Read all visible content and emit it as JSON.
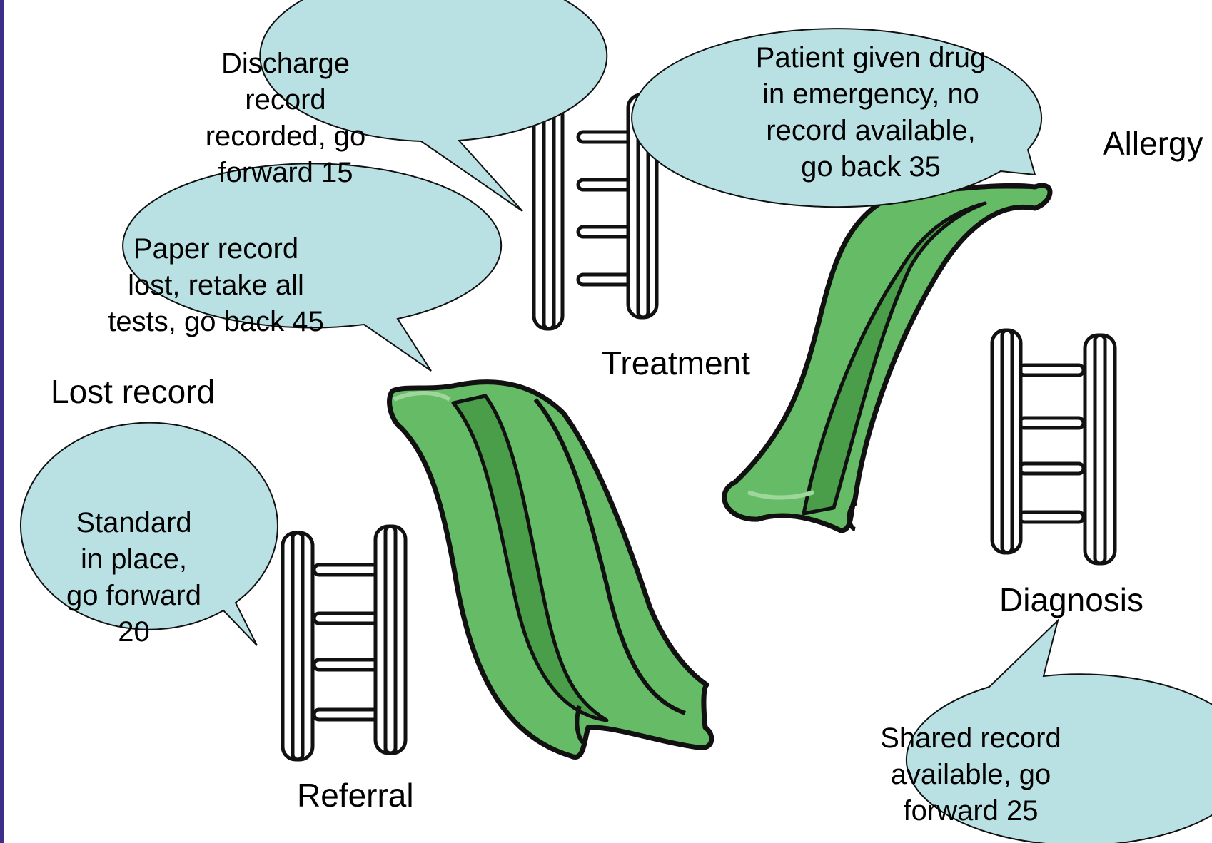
{
  "colors": {
    "bubble_fill": "#b9e0e2",
    "slide_light": "#66bb66",
    "slide_dark": "#4a9e49",
    "slide_outline": "#111111",
    "ladder_fill": "#ffffff",
    "left_border": "#3b2f8a"
  },
  "icons": [
    "speech-bubble",
    "ladder",
    "slide"
  ],
  "bubbles": {
    "discharge": "Discharge\nrecord\nrecorded, go\nforward 15",
    "emergency": "Patient given drug\nin emergency, no\nrecord available,\ngo back 35",
    "paper": "Paper record\nlost, retake all\ntests, go back 45",
    "standard": "Standard\nin place,\ngo forward\n20",
    "shared": "Shared record\navailable, go\nforward 25"
  },
  "labels": {
    "allergy": "Allergy",
    "treatment": "Treatment",
    "lost_record": "Lost record",
    "diagnosis": "Diagnosis",
    "referral": "Referral"
  }
}
